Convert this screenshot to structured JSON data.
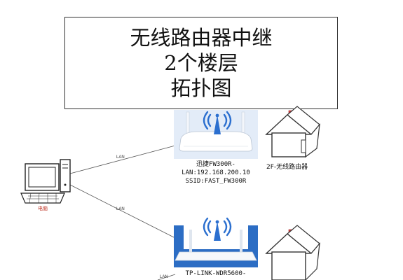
{
  "title": {
    "line1": "无线路由器中继",
    "line2": "2个楼层",
    "line3": "拓扑图"
  },
  "pc": {
    "label": "电脑"
  },
  "links": {
    "top_lan": "LAN",
    "bottom_lan": "LAN",
    "bottom_lan2": "LAN"
  },
  "router_top": {
    "name": "迅捷FW300R-",
    "lan": "LAN:192.168.200.10",
    "ssid": "SSID:FAST_FW300R"
  },
  "router_bottom": {
    "name": "TP-LINK-WDR5600-"
  },
  "house_top": {
    "label": "2F-无线路由器"
  },
  "colors": {
    "wifi_blue": "#2b6fcf",
    "router_bg_top": "#dfe9f7",
    "router_bg_bottom": "#2c6dc4",
    "roof_red": "#d93b3b"
  }
}
